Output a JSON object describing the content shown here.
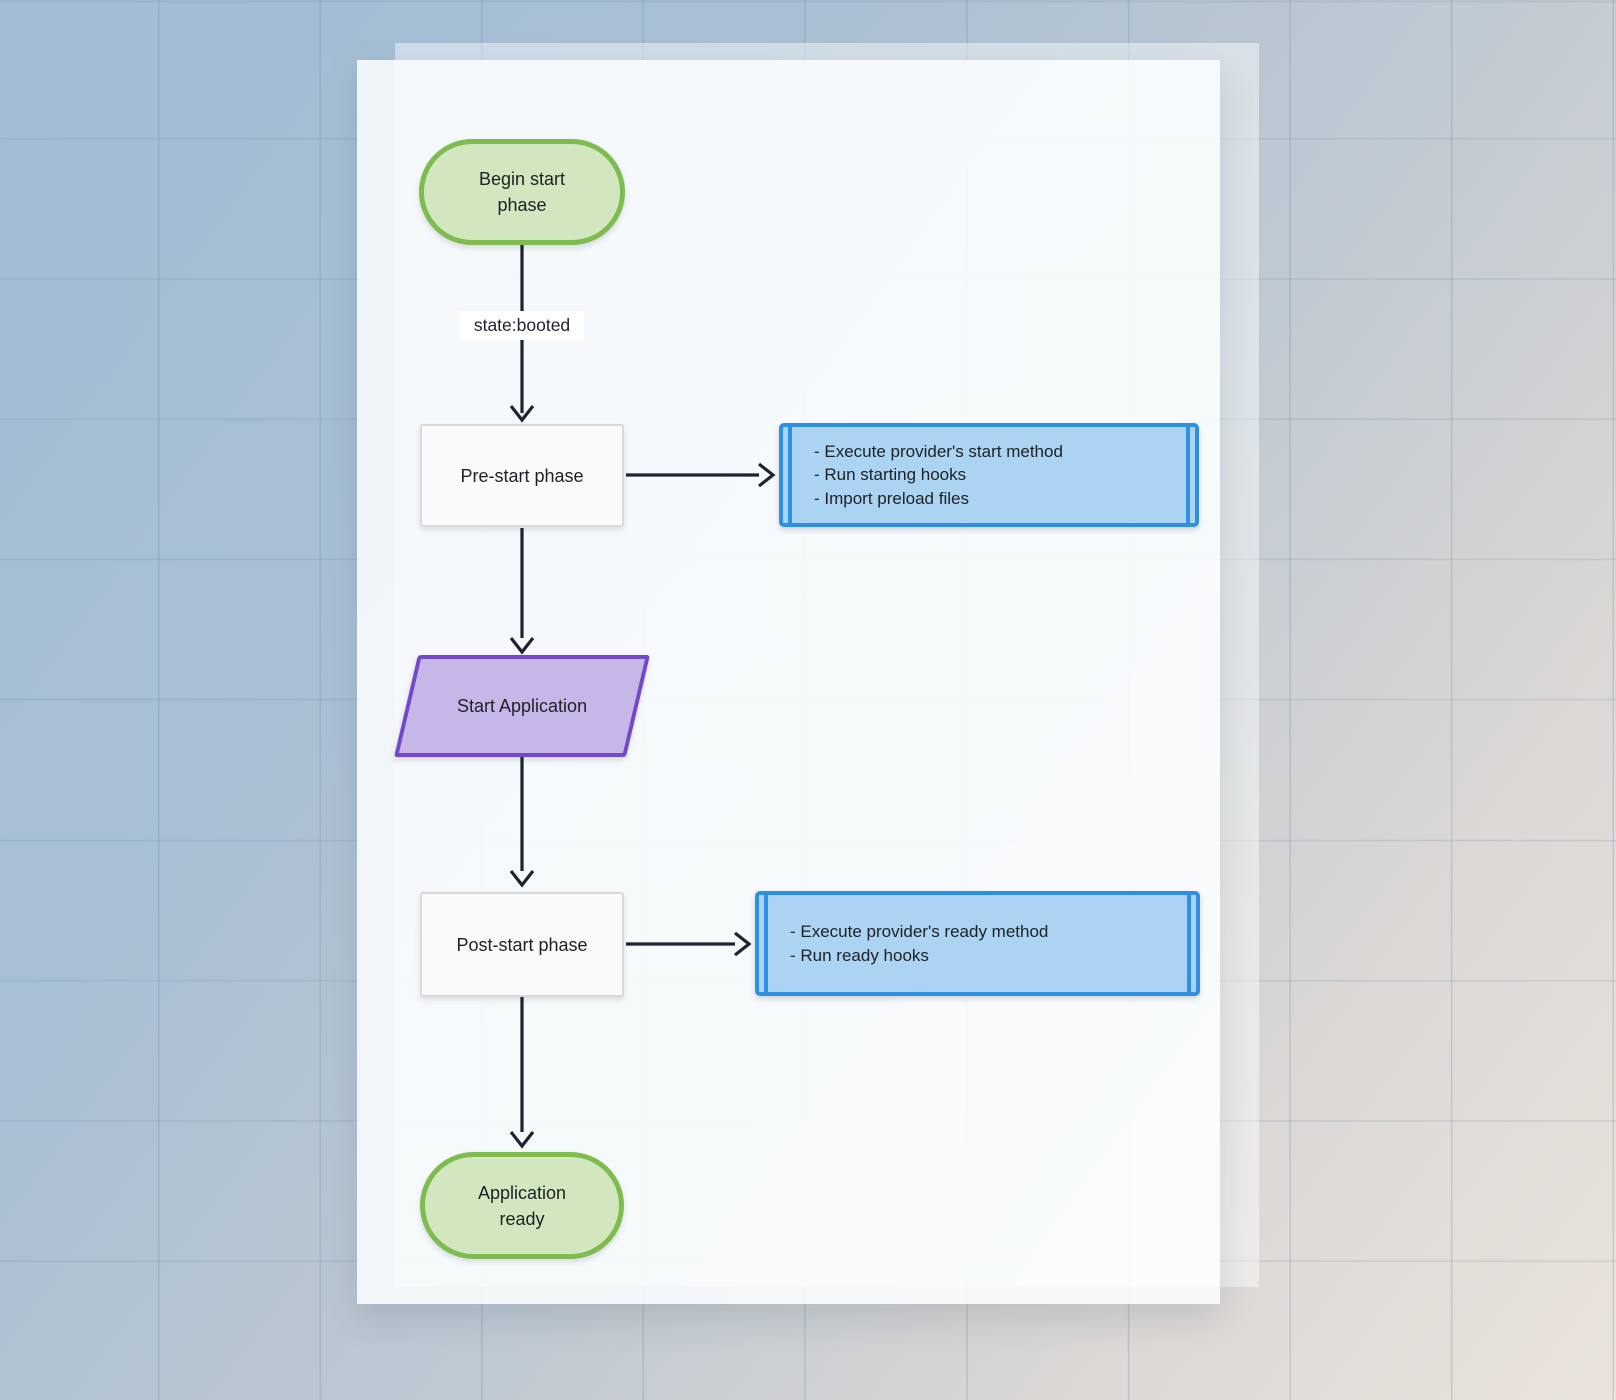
{
  "theme": {
    "colors": {
      "green_fill": "#d2e7bf",
      "green_border": "#7fbc4f",
      "blue_fill": "#abd4f2",
      "blue_border": "#2f8fe0",
      "purple_fill": "#c6b7e8",
      "purple_border": "#7349c8",
      "process_fill": "#fafafa",
      "process_border": "#d9d9d9",
      "arrow": "#1c2331",
      "node_text": "#1d2125",
      "label_bg": "#ffffff"
    }
  },
  "diagram": {
    "start_node": {
      "lines": [
        "Begin start",
        "phase"
      ]
    },
    "edge_label": "state:booted",
    "prestart_node": {
      "label": "Pre-start phase"
    },
    "prestart_actions": {
      "lines": [
        "- Execute provider's start method",
        "- Run starting hooks",
        "- Import preload files"
      ]
    },
    "start_application_node": {
      "label": "Start Application"
    },
    "poststart_node": {
      "label": "Post-start phase"
    },
    "poststart_actions": {
      "lines": [
        "- Execute provider's ready method",
        "- Run ready hooks"
      ]
    },
    "ready_node": {
      "lines": [
        "Application",
        "ready"
      ]
    }
  }
}
